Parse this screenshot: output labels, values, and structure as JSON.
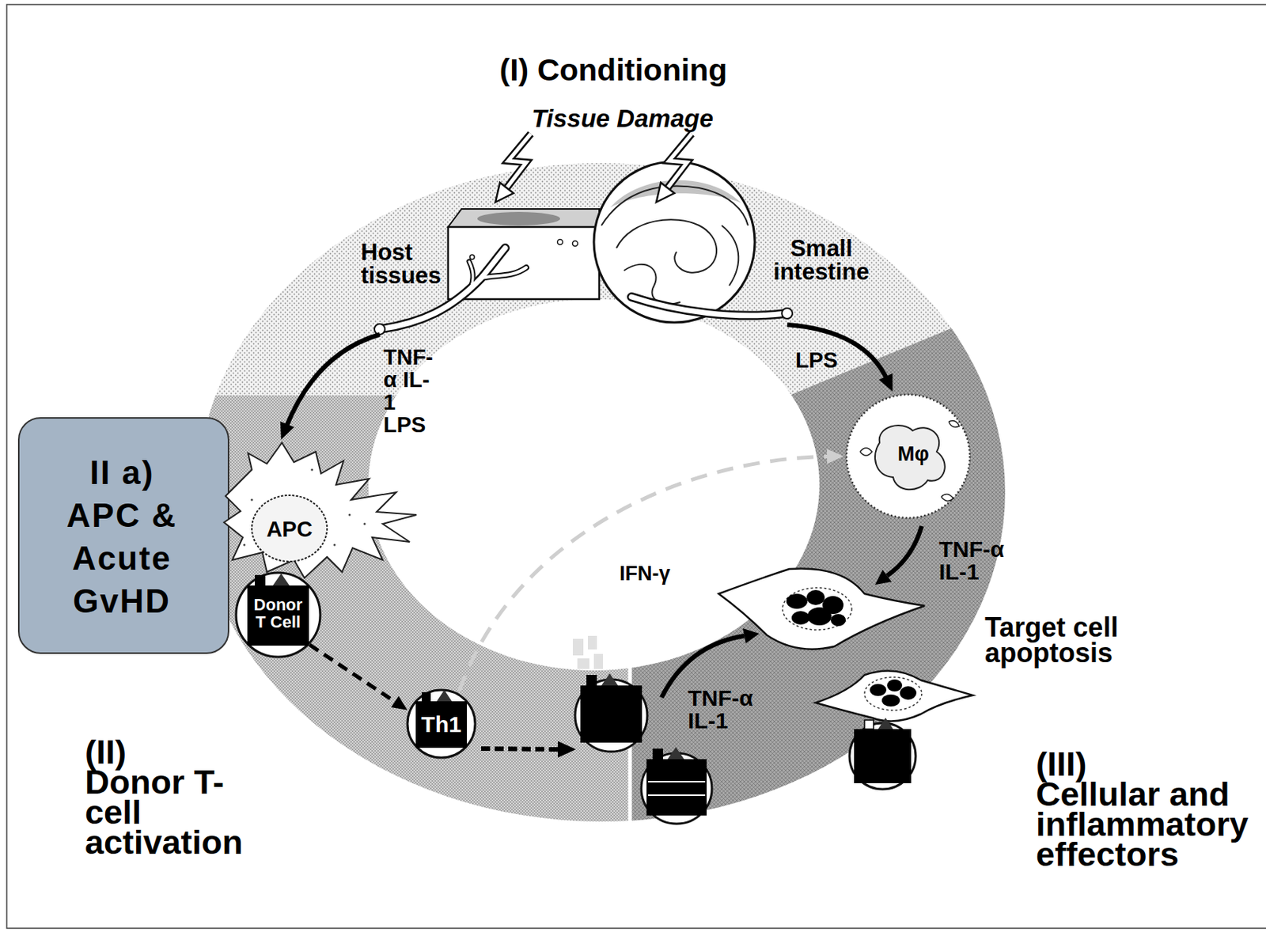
{
  "diagram": {
    "nodes": [
      {
        "text": [
          "Host tissues"
        ]
      },
      {
        "text": [
          "Small intestine"
        ]
      },
      {
        "text": [
          "II a)",
          "APC & Acute GvHD"
        ]
      },
      {
        "text": [
          "APC"
        ]
      },
      {
        "text": [
          "Donor T Cell"
        ]
      },
      {
        "text": [
          "Mφ"
        ]
      },
      {
        "text": [
          "Th1"
        ]
      }
    ],
    "edges": [
      {
        "from": 0,
        "to": 3,
        "arrow": "to",
        "label": "TNF-α IL-1 LPS"
      },
      {
        "from": 1,
        "to": 5,
        "arrow": "to",
        "label": "LPS"
      },
      {
        "from": 4,
        "to": 6,
        "arrow": "to"
      },
      {
        "from": 6,
        "to": 5,
        "arrow": "to"
      }
    ],
    "labels": [
      "(I) Conditioning",
      "Tissue Damage",
      "IFN-γ",
      "TNF-α IL-1",
      "Target cell apoptosis",
      "TNF-α IL-1",
      "(II)",
      "Donor T-cell activation",
      "(III)",
      "Cellular and inflammatory effectors"
    ]
  }
}
